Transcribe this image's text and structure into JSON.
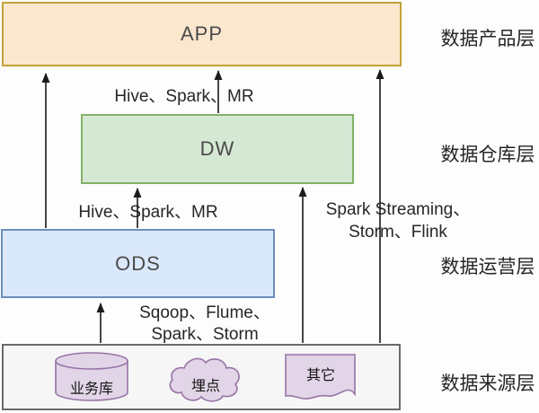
{
  "layers": {
    "app": {
      "label": "APP",
      "annotation": "数据产品层"
    },
    "dw": {
      "label": "DW",
      "annotation": "数据仓库层"
    },
    "ods": {
      "label": "ODS",
      "annotation": "数据运营层"
    },
    "source": {
      "annotation": "数据来源层",
      "items": [
        {
          "label": "业务库",
          "icon": "database-cylinder"
        },
        {
          "label": "埋点",
          "icon": "cloud"
        },
        {
          "label": "其它",
          "icon": "document"
        }
      ]
    }
  },
  "flow_labels": {
    "dw_to_app": "Hive、Spark、MR",
    "ods_to_dw": "Hive、Spark、MR",
    "streaming_line1": "Spark Streaming、",
    "streaming_line2": "Storm、Flink",
    "ingest_line1": "Sqoop、Flume、",
    "ingest_line2": "Spark、Storm"
  },
  "colors": {
    "app_fill": "#fbe7ce",
    "app_border": "#c2a237",
    "dw_fill": "#d5e8d4",
    "dw_border": "#82b366",
    "ods_fill": "#dae8fc",
    "ods_border": "#6c8ebf",
    "source_fill": "#f7f6f7",
    "source_border": "#6a6a6a",
    "shape_fill": "#e1d5e7",
    "shape_border": "#9673a6",
    "arrow": "#1a1a1a",
    "text": "#262626"
  }
}
